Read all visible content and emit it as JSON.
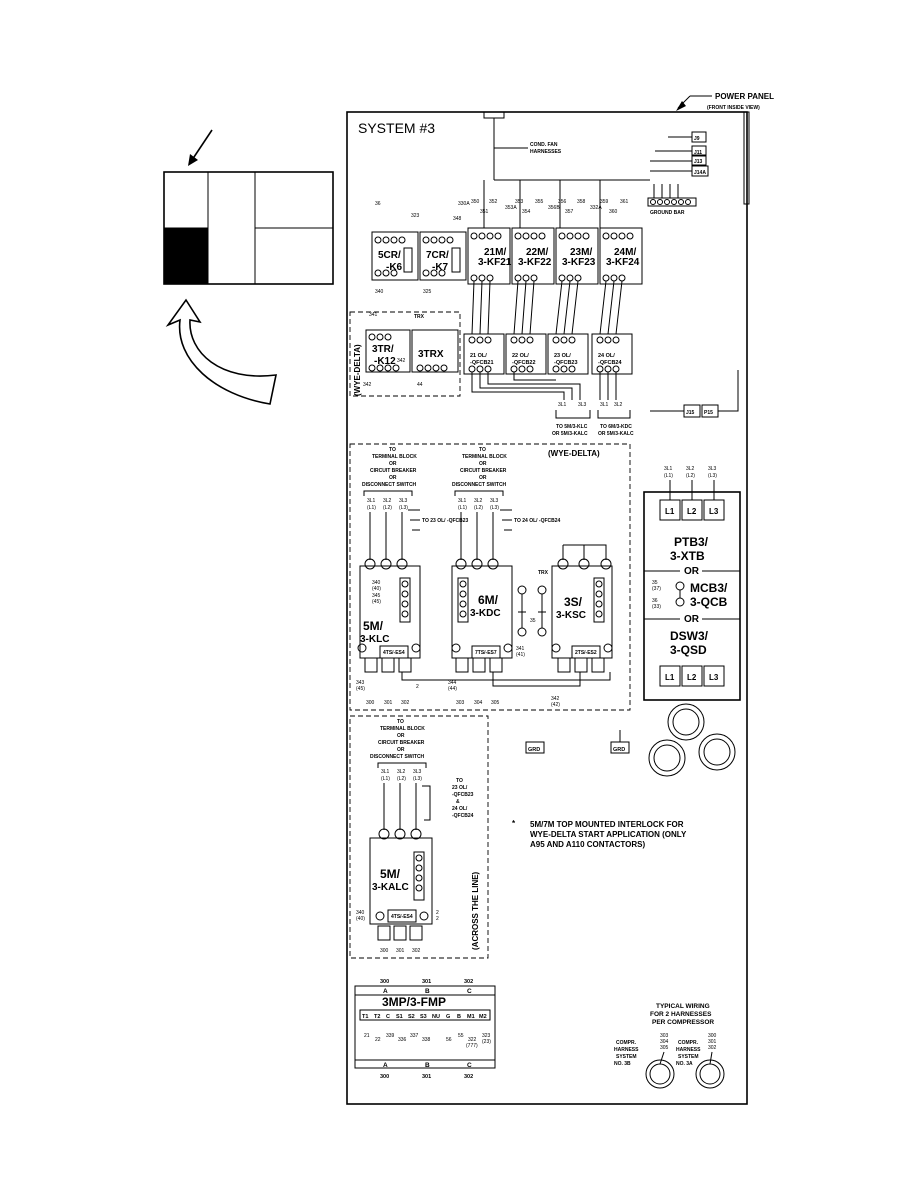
{
  "header": {
    "power_panel": "POWER PANEL",
    "front_view": "(FRONT INSIDE VIEW)",
    "system": "SYSTEM #3",
    "cond_fan": "COND. FAN",
    "harnesses": "HARNESSES",
    "ground_bar": "GROUND BAR"
  },
  "jacks": [
    "J9",
    "J11",
    "J13",
    "J14A",
    "J15",
    "P15"
  ],
  "relays": [
    {
      "l1": "5CR/",
      "l2": "-K6"
    },
    {
      "l1": "7CR/",
      "l2": "-K7"
    }
  ],
  "fan_contactors": [
    {
      "l1": "21M/",
      "l2": "3-KF21"
    },
    {
      "l1": "22M/",
      "l2": "3-KF22"
    },
    {
      "l1": "23M/",
      "l2": "3-KF23"
    },
    {
      "l1": "24M/",
      "l2": "3-KF24"
    }
  ],
  "overloads": [
    {
      "l1": "21 OL/",
      "l2": "-QFCB21"
    },
    {
      "l1": "22 OL/",
      "l2": "-QFCB22"
    },
    {
      "l1": "23 OL/",
      "l2": "-QFCB23"
    },
    {
      "l1": "24 OL/",
      "l2": "-QFCB24"
    }
  ],
  "wye_delta_top": {
    "label": "(WYE-DELTA)",
    "timer_l1": "3TR/",
    "timer_l2": "-K12",
    "trx": "3TRX",
    "trx_small": "TRX"
  },
  "top_wires": [
    "350",
    "352",
    "353",
    "355",
    "356",
    "358",
    "359",
    "361",
    "351",
    "354",
    "357",
    "360",
    "353A",
    "356B",
    "332A",
    "36",
    "323",
    "348",
    "330A",
    "340",
    "325",
    "341",
    "342",
    "342",
    "44",
    "343"
  ],
  "to_labels": {
    "to_5m": "TO 5M/3-KLC",
    "or_5m": "OR 5M/3-KALC",
    "to_6m": "TO 6M/3-KDC",
    "or_6m": "OR 5M/3-KALC"
  },
  "line_terms": [
    "3L1",
    "3L2",
    "3L3"
  ],
  "line_alt": [
    "(L1)",
    "(L2)",
    "(L3)"
  ],
  "to_block": {
    "l1": "TO",
    "l2": "TERMINAL BLOCK",
    "l3": "OR",
    "l4": "CIRCUIT BREAKER",
    "l5": "OR",
    "l6": "DISCONNECT SWITCH"
  },
  "wye_delta_mid": {
    "label": "(WYE-DELTA)",
    "c1_l1": "5M/",
    "c1_l2": "3-KLC",
    "c2_l1": "6M/",
    "c2_l2": "3-KDC",
    "c3_l1": "3S/",
    "c3_l2": "3-KSC",
    "ts1": "4TS/-ES4",
    "ts2": "7TS/-ES7",
    "ts3": "2TS/-ES2",
    "to_23": "TO 23 OL/ -QFCB23",
    "to_24": "TO 24 OL/ -QFCB24",
    "trx": "TRX",
    "wires": [
      "340",
      "(40)",
      "345",
      "(45)",
      "343",
      "(45)",
      "300",
      "301",
      "302",
      "344",
      "(44)",
      "303",
      "304",
      "305",
      "342",
      "(42)",
      "341",
      "(41)",
      "35",
      "2"
    ]
  },
  "right_panel": {
    "ptb_l1": "PTB3/",
    "ptb_l2": "3-XTB",
    "or1": "OR",
    "mcb_l1": "MCB3/",
    "mcb_l2": "3-QCB",
    "or2": "OR",
    "dsw_l1": "DSW3/",
    "dsw_l2": "3-QSD",
    "terms": [
      "L1",
      "L2",
      "L3"
    ],
    "w35": "35",
    "w35b": "(37)",
    "w36": "36",
    "w36b": "(33)"
  },
  "grd": [
    "GRD",
    "GRD"
  ],
  "across_line": {
    "label": "(ACROSS THE LINE)",
    "c_l1": "5M/",
    "c_l2": "3-KALC",
    "ts": "4TS/-ES4",
    "to_l1": "TO",
    "to_l2": "23 OL/",
    "to_l3": "-QFCB23",
    "to_l4": "&",
    "to_l5": "24 OL/",
    "to_l6": "-QFCB24",
    "wires": [
      "340",
      "(40)",
      "300",
      "301",
      "302",
      "2",
      "2"
    ]
  },
  "note": {
    "star": "*",
    "l1": "5M/7M TOP MOUNTED INTERLOCK FOR",
    "l2": "WYE-DELTA START APPLICATION (ONLY",
    "l3": "A95 AND A110 CONTACTORS)"
  },
  "mp_block": {
    "title": "3MP/3-FMP",
    "top_wires": [
      "300",
      "301",
      "302"
    ],
    "phases": [
      "A",
      "B",
      "C"
    ],
    "terms": [
      "T1",
      "T2",
      "C",
      "S1",
      "S2",
      "S3",
      "NU",
      "G",
      "B",
      "M1",
      "M2"
    ],
    "wires": [
      "21",
      "22",
      "339",
      "336",
      "337",
      "338",
      "56",
      "55",
      "322",
      "(777)",
      "323",
      "(23)"
    ],
    "bottom_wires": [
      "300",
      "301",
      "302"
    ]
  },
  "typical": {
    "l1": "TYPICAL WIRING",
    "l2": "FOR 2 HARNESSES",
    "l3": "PER COMPRESSOR",
    "h1_l1": "COMPR.",
    "h1_l2": "HARNESS",
    "h1_l3": "SYSTEM",
    "h1_l4": "NO. 3B",
    "h2_l1": "COMPR.",
    "h2_l2": "HARNESS",
    "h2_l3": "SYSTEM",
    "h2_l4": "NO. 3A",
    "w1": "303",
    "w2": "304",
    "w3": "305",
    "w4": "300",
    "w5": "301",
    "w6": "302"
  }
}
